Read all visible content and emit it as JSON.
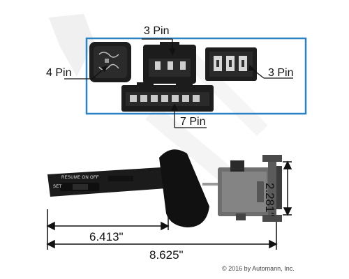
{
  "connectors": {
    "top": {
      "label": "3 Pin"
    },
    "left": {
      "label": "4 Pin"
    },
    "right": {
      "label": "3 Pin"
    },
    "bottom": {
      "label": "7 Pin"
    }
  },
  "switch": {
    "knob_label": "RESUME  ON  OFF",
    "set_label": "SET"
  },
  "dimensions": {
    "height": "2.281\"",
    "to_mount": "6.413\"",
    "overall": "8.625\""
  },
  "copyright": "© 2016 by Automann, Inc.",
  "colors": {
    "box_border": "#2b83c6",
    "dimension_line": "#111111",
    "part_body": "#1a1a1a",
    "watermark": "#dcdcdc"
  }
}
